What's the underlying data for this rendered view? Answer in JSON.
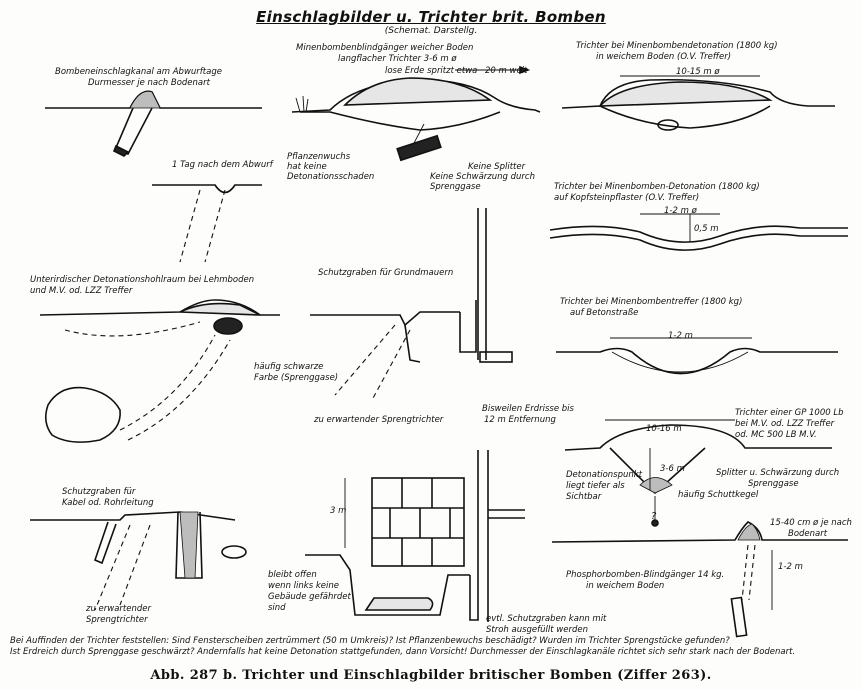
{
  "title": "Einschlagbilder u. Trichter brit. Bomben",
  "subtitle": "(Schemat. Darstellg.",
  "caption": "Abb. 287 b. Trichter und Einschlagbilder britischer Bomben (Ziffer 263).",
  "footnotes": [
    "Bei Auffinden der Trichter feststellen: Sind Fensterscheiben zertrümmert (50 m Umkreis)? Ist Pflanzenbewuchs beschädigt? Wurden im Trichter Sprengstücke gefunden?",
    "Ist Erdreich durch Sprenggase geschwärzt? Andernfalls hat keine Detonation stattgefunden, dann Vorsicht! Durchmesser der Einschlagkanäle richtet sich sehr stark nach der Bodenart."
  ],
  "labels": {
    "p1_title_a": "Bombeneinschlagkanal am Abwurftage",
    "p1_title_b": "Durmesser je nach Bodenart",
    "p1_day": "1 Tag nach dem Abwurf",
    "p2_title_a": "Minenbombenblindgänger weicher Boden",
    "p2_title_b": "langflacher Trichter 3-6 m ø",
    "p2_loose": "lose Erde spritzt etwa",
    "p2_far": "20 m weit",
    "p2_plants_a": "Pflanzenwuchs",
    "p2_plants_b": "hat keine",
    "p2_plants_c": "Detonationsschaden",
    "p2_nosplit_a": "Keine Splitter",
    "p2_nosplit_b": "Keine Schwärzung durch",
    "p2_nosplit_c": "Sprenggase",
    "p3_title_a": "Trichter bei Minenbombendetonation (1800 kg)",
    "p3_title_b": "in weichem Boden (O.V. Treffer)",
    "p3_dim": "10-15 m ø",
    "p4_title_a": "Trichter bei Minenbomben-Detonation (1800 kg)",
    "p4_title_b": "auf Kopfsteinpflaster (O.V. Treffer)",
    "p4_dim": "1-2 m ø",
    "p4_depth": "0,5 m",
    "p5_title_a": "Unterirdischer Detonationshohlraum bei Lehmboden",
    "p5_title_b": "und M.V. od. LZZ Treffer",
    "p5_black_a": "häufig schwarze",
    "p5_black_b": "Farbe (Sprenggase)",
    "p6_title": "Schutzgraben für Grundmauern",
    "p6_expected": "zu erwartender Sprengtrichter",
    "p7_title_a": "Trichter bei Minenbombentreffer (1800 kg)",
    "p7_title_b": "auf Betonstraße",
    "p7_dim": "1-2 m",
    "p8_cracks_a": "Bisweilen Erdrisse bis",
    "p8_cracks_b": "12 m Entfernung",
    "p8_title_a": "Trichter einer GP 1000 Lb",
    "p8_title_b": "bei M.V. od. LZZ Treffer",
    "p8_title_c": "od. MC 500 LB M.V.",
    "p8_dim": "10-16 m",
    "p8_depth": "3-6 m",
    "p8_point_a": "Detonationspunkt",
    "p8_point_b": "liegt tiefer als",
    "p8_point_c": "Sichtbar",
    "p8_splinter_a": "Splitter u. Schwärzung durch",
    "p8_splinter_b": "Sprenggase",
    "p8_cone": "häufig Schuttkegel",
    "p9_title_a": "Schutzgraben für",
    "p9_title_b": "Kabel od. Rohrleitung",
    "p9_expected_a": "zu erwartender",
    "p9_expected_b": "Sprengtrichter",
    "p10_height": "3 m",
    "p10_open_a": "bleibt offen",
    "p10_open_b": "wenn links keine",
    "p10_open_c": "Gebäude gefährdet",
    "p10_open_d": "sind",
    "p10_straw_a": "evtl. Schutzgraben kann mit",
    "p10_straw_b": "Stroh ausgefüllt werden",
    "p11_dim": "15-40 cm ø je nach",
    "p11_soil": "Bodenart",
    "p11_title_a": "Phosphorbomben-Blindgänger 14 kg.",
    "p11_title_b": "in weichem Boden",
    "p11_depth": "1-2 m",
    "question_mark": "?"
  }
}
